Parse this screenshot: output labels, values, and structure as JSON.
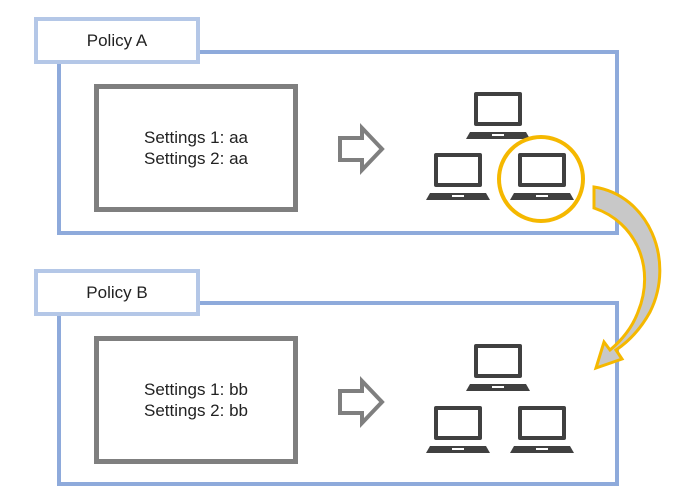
{
  "policies": [
    {
      "name": "Policy A",
      "settings": [
        "Settings 1: aa",
        "Settings 2: aa"
      ]
    },
    {
      "name": "Policy B",
      "settings": [
        "Settings 1: bb",
        "Settings 2: bb"
      ]
    }
  ],
  "colors": {
    "frame_border": "#8eaadb",
    "tab_border": "#b4c7e7",
    "settings_border": "#7f7f7f",
    "computer": "#404040",
    "highlight": "#f5b800",
    "move_arrow_fill": "#c8c8c8"
  },
  "icons": [
    "laptop-icon",
    "right-arrow-icon",
    "curved-move-arrow"
  ]
}
